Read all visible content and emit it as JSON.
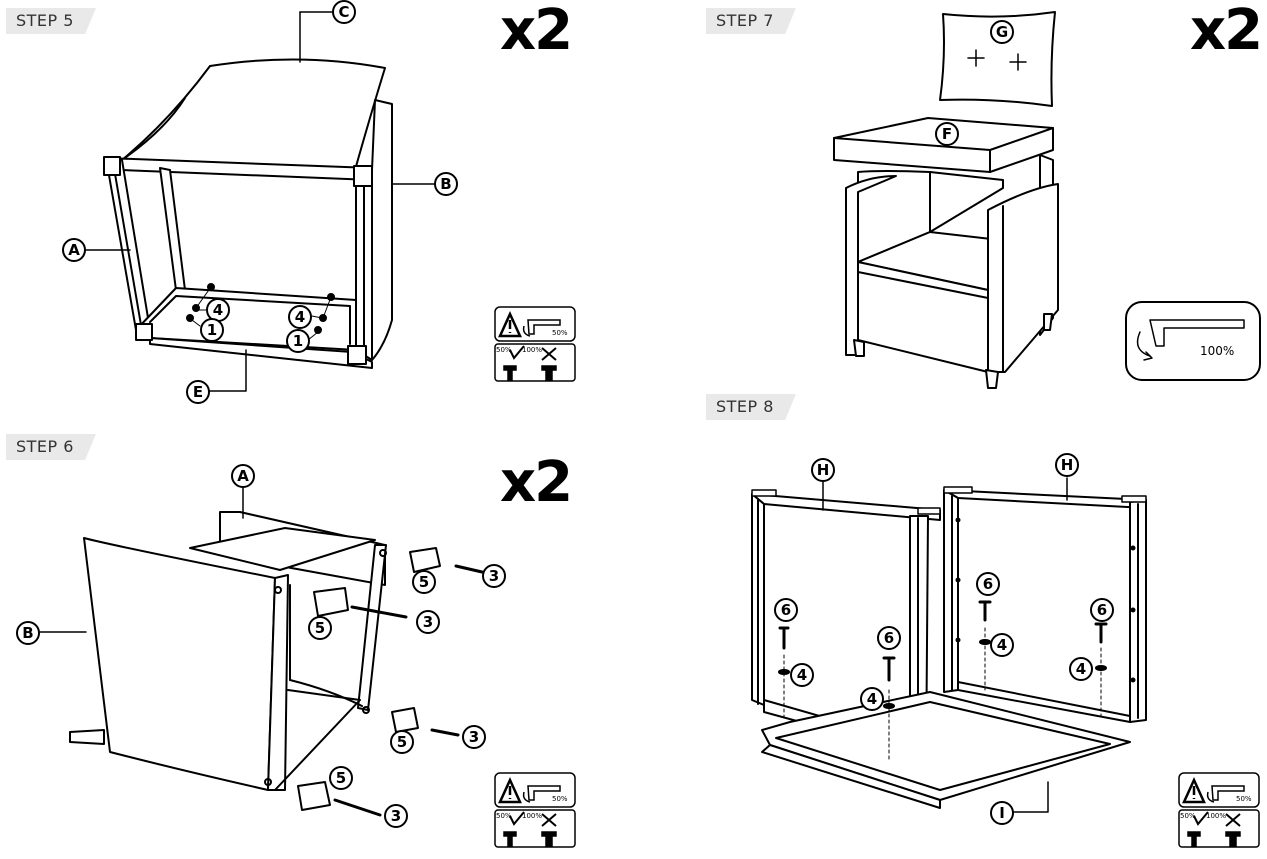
{
  "steps": {
    "s5": {
      "label": "STEP 5",
      "mult": "x2"
    },
    "s6": {
      "label": "STEP 6",
      "mult": "x2"
    },
    "s7": {
      "label": "STEP 7",
      "mult": "x2"
    },
    "s8": {
      "label": "STEP 8"
    }
  },
  "parts": {
    "A": "A",
    "B": "B",
    "C": "C",
    "E": "E",
    "F": "F",
    "G": "G",
    "H": "H",
    "I": "I"
  },
  "hardware": {
    "screw": "1",
    "bolt": "3",
    "washer": "4",
    "foot": "5",
    "pin": "6"
  },
  "warning": {
    "pct50": "50%",
    "pct100": "100%"
  },
  "tool_hint": {
    "pct": "100%"
  },
  "icons": [
    "warning-triangle-icon",
    "allen-key-icon",
    "tighten-ok-icon",
    "tighten-no-icon"
  ]
}
